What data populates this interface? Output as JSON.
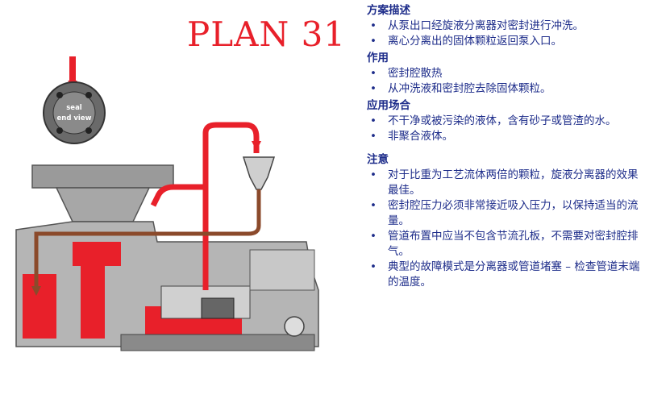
{
  "title": "PLAN 31",
  "seal_label_line1": "seal",
  "seal_label_line2": "end view",
  "sections": [
    {
      "heading": "方案描述",
      "items": [
        "从泵出口经旋液分离器对密封进行冲洗。",
        "离心分离出的固体颗粒返回泵入口。"
      ]
    },
    {
      "heading": "作用",
      "items": [
        "密封腔散热",
        "从冲洗液和密封腔去除固体颗粒。"
      ]
    },
    {
      "heading": "应用场合",
      "items": [
        "不干净或被污染的液体，含有砂子或管渣的水。",
        "非聚合液体。"
      ]
    },
    {
      "heading": "注意",
      "items": [
        "对于比重为工艺流体两倍的颗粒，旋液分离器的效果最佳。",
        "密封腔压力必须非常接近吸入压力，以保持适当的流量。",
        "管道布置中应当不包含节流孔板，不需要对密封腔排气。",
        "典型的故障模式是分离器或管道堵塞 – 检查管道末端的温度。"
      ]
    }
  ],
  "colors": {
    "title": "#e8202a",
    "text": "#1d2c8a",
    "flush_line": "#e8202a",
    "return_line": "#8b4a2b",
    "pump_body": "#8c8c8c"
  }
}
